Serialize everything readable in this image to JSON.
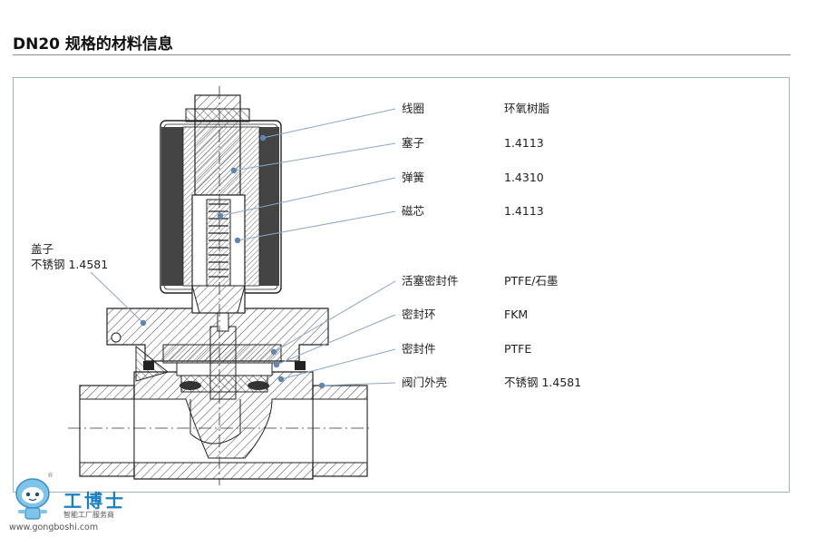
{
  "title": "DN20 规格的材料信息",
  "cap": {
    "name": "盖子",
    "material": "不锈钢 1.4581"
  },
  "parts": [
    {
      "name": "线圈",
      "material": "环氧树脂"
    },
    {
      "name": "塞子",
      "material": "1.4113"
    },
    {
      "name": "弹簧",
      "material": "1.4310"
    },
    {
      "name": "磁芯",
      "material": "1.4113"
    },
    {
      "name": "活塞密封件",
      "material": "PTFE/石墨"
    },
    {
      "name": "密封环",
      "material": "FKM"
    },
    {
      "name": "密封件",
      "material": "PTFE"
    },
    {
      "name": "阀门外壳",
      "material": "不锈钢 1.4581"
    }
  ],
  "watermark": {
    "brand": "工博士",
    "tagline": "智能工厂服务商",
    "url": "www.gongboshi.com",
    "registered": "®"
  },
  "colors": {
    "leader": "#8aa8c8",
    "dot": "#5f86b3",
    "frame": "#9db4cc",
    "title_rule": "#7f8fa8",
    "brand": "#1a7fc0"
  }
}
